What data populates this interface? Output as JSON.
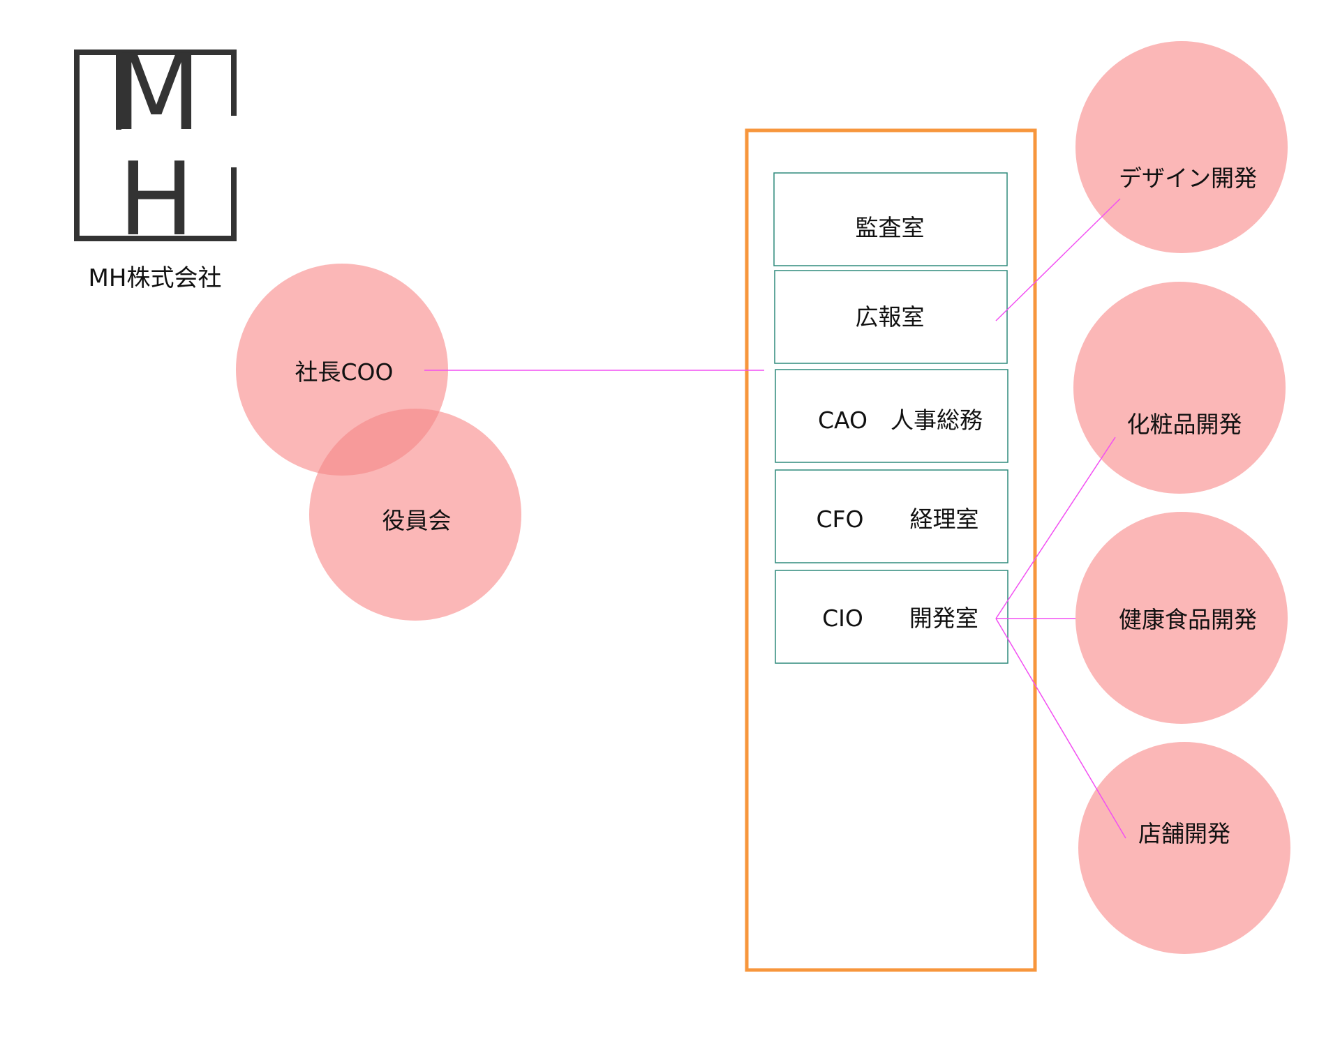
{
  "logo": {
    "letter_top": "M",
    "letter_bottom": "H",
    "company_name": "MH株式会社"
  },
  "leadership": {
    "president": "社長COO",
    "board": "役員会"
  },
  "departments": [
    {
      "label": "監査室"
    },
    {
      "label": "広報室"
    },
    {
      "label": "CAO　人事総務"
    },
    {
      "label": "CFO　　経理室"
    },
    {
      "label": "CIO　　開発室"
    }
  ],
  "dev_teams": [
    {
      "label": "デザイン開発"
    },
    {
      "label": "化粧品開発"
    },
    {
      "label": "健康食品開発"
    },
    {
      "label": "店舗開発"
    }
  ],
  "colors": {
    "circle_fill": "#fbb7b7",
    "circle_overlap": "#f79a9a",
    "container_border": "#f7963c",
    "box_border": "#2f8a7c",
    "connector": "#f24ff2",
    "logo": "#333333"
  }
}
